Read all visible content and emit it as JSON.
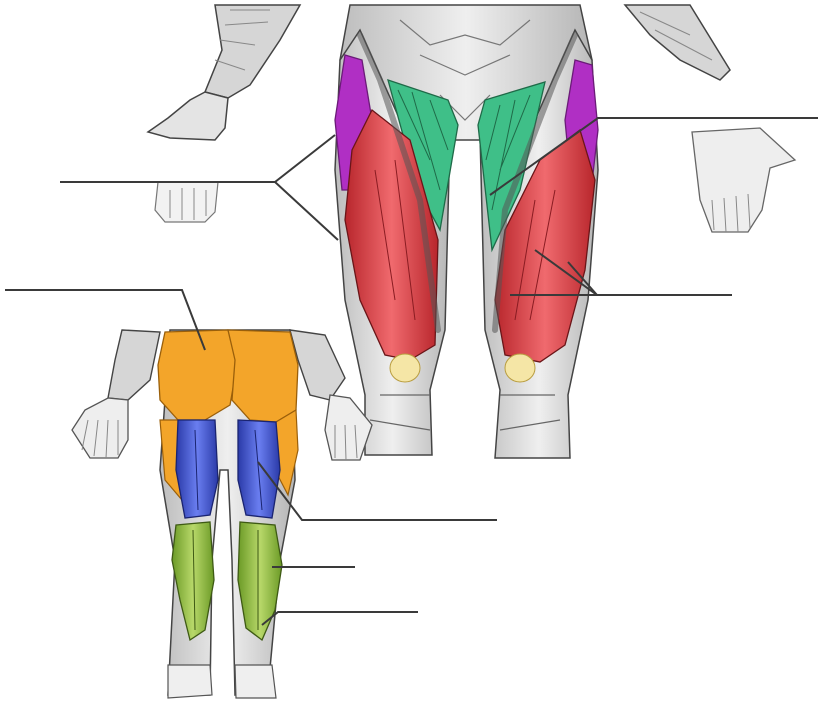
{
  "diagram": {
    "views": [
      "anterior-thigh",
      "posterior-leg"
    ],
    "label_blanks": [
      {
        "name": "label-line-quadriceps-lateral",
        "text": ""
      },
      {
        "name": "label-line-adductors",
        "text": ""
      },
      {
        "name": "label-line-quadriceps-anterior",
        "text": ""
      },
      {
        "name": "label-line-gluteus",
        "text": ""
      },
      {
        "name": "label-line-hamstrings",
        "text": ""
      },
      {
        "name": "label-line-gastrocnemius",
        "text": ""
      },
      {
        "name": "label-line-soleus",
        "text": ""
      }
    ],
    "colors": {
      "skin_outline": "#3a3a3a",
      "skin_shade": "#c9c9c9",
      "skin_light": "#ececec",
      "purple_muscle": "#b02fc4",
      "green_muscle": "#3fbf88",
      "red_muscle": "#d8393f",
      "orange_muscle": "#f3a52a",
      "blue_muscle": "#3b4fd0",
      "olive_muscle": "#86b33a",
      "patella": "#f5e6a6",
      "label_line": "#3a3a3a"
    }
  }
}
